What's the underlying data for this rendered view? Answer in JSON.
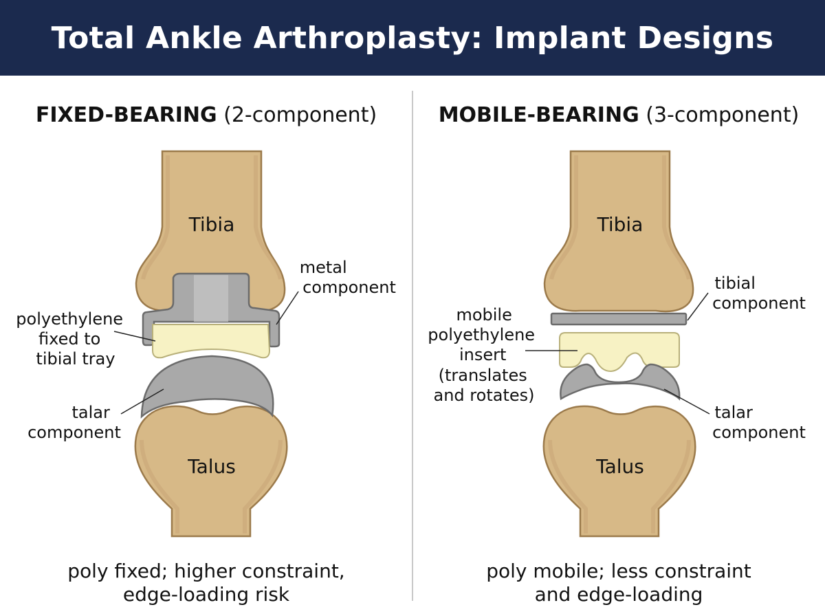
{
  "title": "Total Ankle Arthroplasty: Implant Designs",
  "colors": {
    "banner": "#1b2a4e",
    "bone_fill": "#d7b987",
    "bone_outline": "#9b7a4b",
    "metal": "#a9a9a9",
    "metal_outline": "#6b6b6b",
    "polyethylene": "#f7f2c4",
    "poly_outline": "#b8b07a"
  },
  "left": {
    "heading_bold": "FIXED-BEARING",
    "heading_rest": " (2-component)",
    "tibia": "Tibia",
    "talus": "Talus",
    "label_metal": [
      "metal",
      "component"
    ],
    "label_poly": [
      "polyethylene",
      "fixed to",
      "tibial tray"
    ],
    "label_talar": [
      "talar",
      "component"
    ],
    "caption": [
      "poly fixed; higher constraint,",
      "edge-loading risk"
    ]
  },
  "right": {
    "heading_bold": "MOBILE-BEARING",
    "heading_rest": " (3-component)",
    "tibia": "Tibia",
    "talus": "Talus",
    "label_tibial": [
      "tibial",
      "component"
    ],
    "label_insert": [
      "mobile",
      "polyethylene",
      "insert",
      "(translates",
      "and rotates)"
    ],
    "label_talar": [
      "talar",
      "component"
    ],
    "caption": [
      "poly mobile; less constraint",
      "and edge-loading"
    ]
  }
}
